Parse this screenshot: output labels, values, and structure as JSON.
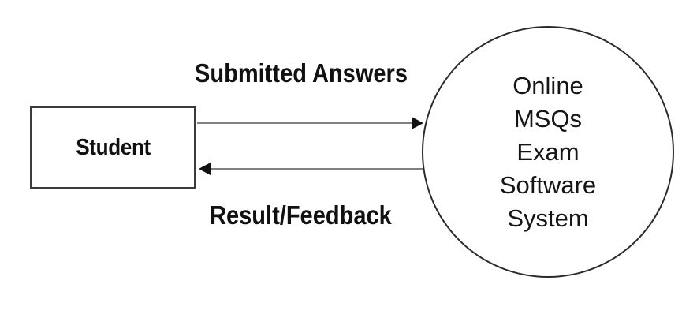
{
  "diagram": {
    "type": "context-data-flow-diagram",
    "background_color": "#ffffff",
    "external_entity": {
      "shape": "rectangle",
      "label": "Student",
      "border_color": "#3b3b3b",
      "fill_color": "#ffffff"
    },
    "process": {
      "shape": "circle",
      "lines": [
        "Online",
        "MSQs",
        "Exam",
        "Software",
        "System"
      ],
      "full_label": "Online MSQs Exam Software System",
      "border_color": "#2b2b2b",
      "fill_color": "#ffffff"
    },
    "flows": [
      {
        "label": "Submitted Answers",
        "direction": "entity-to-process",
        "arrow": "right",
        "line_color": "#808080",
        "head_color": "#111111"
      },
      {
        "label": "Result/Feedback",
        "direction": "process-to-entity",
        "arrow": "left",
        "line_color": "#808080",
        "head_color": "#111111"
      }
    ]
  }
}
